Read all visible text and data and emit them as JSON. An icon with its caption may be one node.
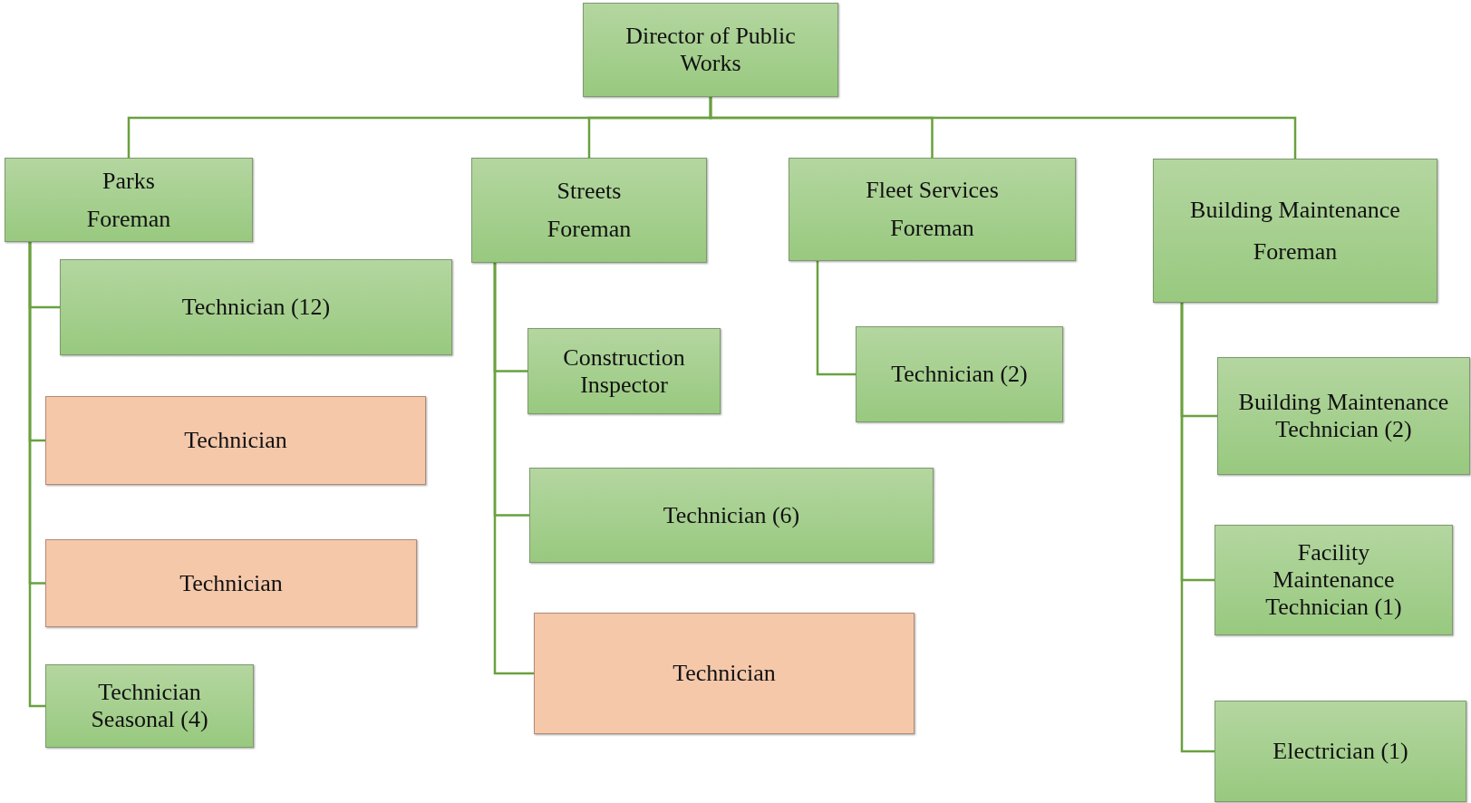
{
  "diagram": {
    "nodes": [
      {
        "text": [
          "Director of Public Works"
        ]
      },
      {
        "text": [
          "Parks",
          "Foreman"
        ]
      },
      {
        "text": [
          "Technician (12)"
        ]
      },
      {
        "text": [
          "Technician"
        ]
      },
      {
        "text": [
          "Technician"
        ]
      },
      {
        "text": [
          "Technician Seasonal (4)"
        ]
      },
      {
        "text": [
          "Streets",
          "Foreman"
        ]
      },
      {
        "text": [
          "Construction Inspector"
        ]
      },
      {
        "text": [
          "Technician (6)"
        ]
      },
      {
        "text": [
          "Technician"
        ]
      },
      {
        "text": [
          "Fleet Services",
          "Foreman"
        ]
      },
      {
        "text": [
          "Technician (2)"
        ]
      },
      {
        "text": [
          "Building Maintenance",
          "Foreman"
        ]
      },
      {
        "text": [
          "Building Maintenance Technician (2)"
        ]
      },
      {
        "text": [
          "Facility Maintenance Technician (1)"
        ]
      },
      {
        "text": [
          "Electrician (1)"
        ]
      }
    ],
    "edges": [
      {
        "from": 0,
        "to": 1,
        "arrow": "none"
      },
      {
        "from": 0,
        "to": 6,
        "arrow": "none"
      },
      {
        "from": 0,
        "to": 10,
        "arrow": "none"
      },
      {
        "from": 0,
        "to": 12,
        "arrow": "none"
      },
      {
        "from": 1,
        "to": 2,
        "arrow": "none"
      },
      {
        "from": 1,
        "to": 3,
        "arrow": "none"
      },
      {
        "from": 1,
        "to": 4,
        "arrow": "none"
      },
      {
        "from": 1,
        "to": 5,
        "arrow": "none"
      },
      {
        "from": 6,
        "to": 7,
        "arrow": "none"
      },
      {
        "from": 6,
        "to": 8,
        "arrow": "none"
      },
      {
        "from": 6,
        "to": 9,
        "arrow": "none"
      },
      {
        "from": 10,
        "to": 11,
        "arrow": "none"
      },
      {
        "from": 12,
        "to": 13,
        "arrow": "none"
      },
      {
        "from": 12,
        "to": 14,
        "arrow": "none"
      },
      {
        "from": 12,
        "to": 15,
        "arrow": "none"
      }
    ]
  }
}
